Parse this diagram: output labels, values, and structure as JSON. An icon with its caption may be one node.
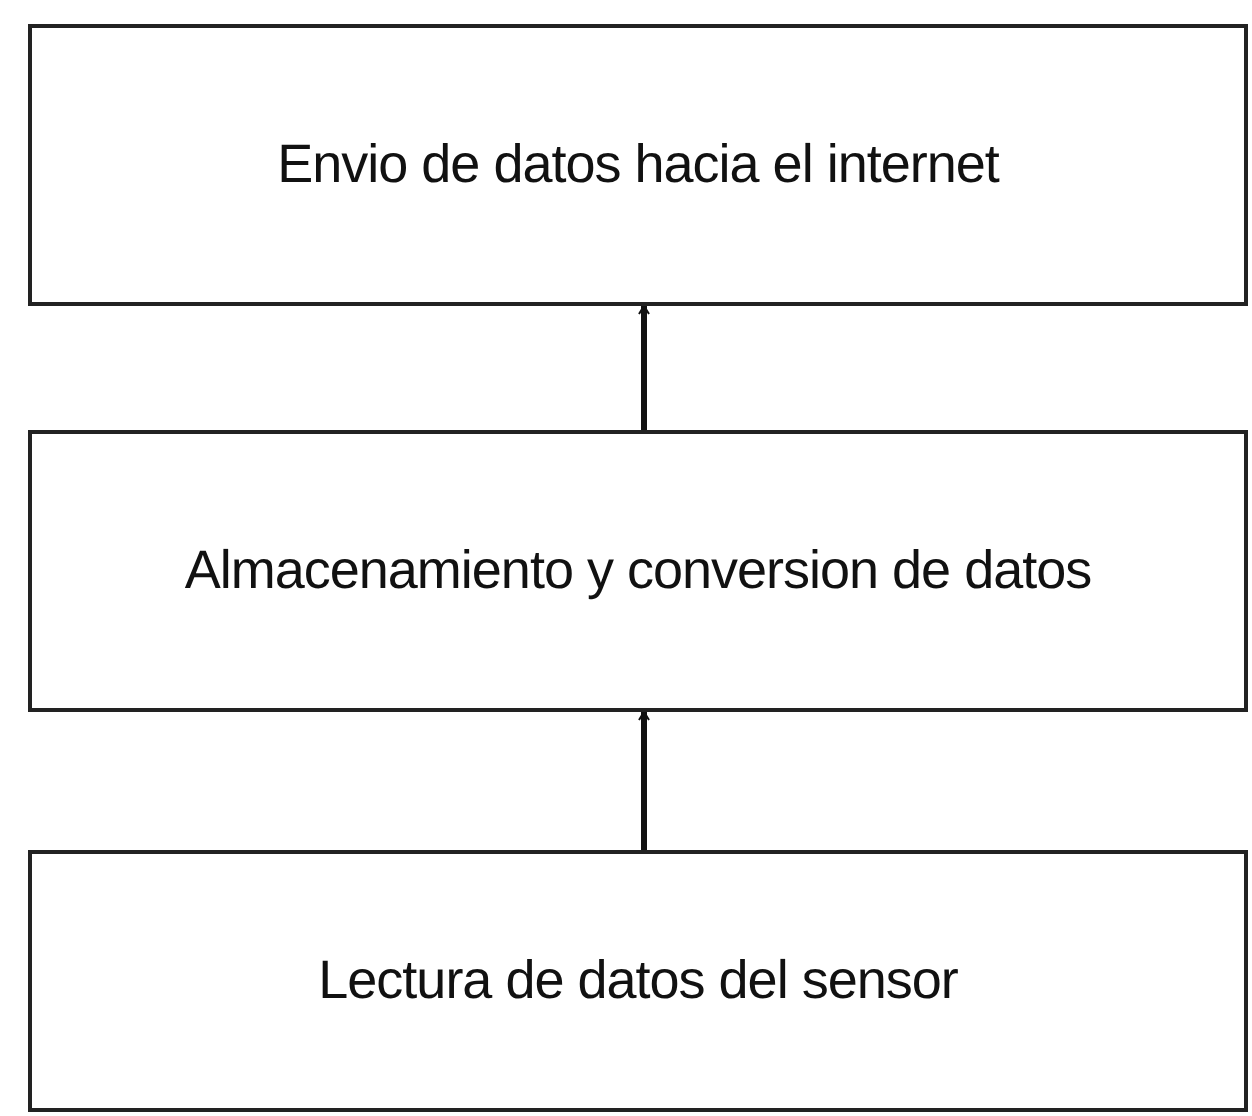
{
  "diagram": {
    "nodes": [
      {
        "text": [
          "Envio de datos hacia el internet"
        ]
      },
      {
        "text": [
          "Almacenamiento y conversion de datos"
        ]
      },
      {
        "text": [
          "Lectura de datos del sensor"
        ]
      }
    ],
    "edges": [
      {
        "from": 1,
        "to": 0,
        "arrow": "to"
      },
      {
        "from": 2,
        "to": 1,
        "arrow": "to"
      }
    ]
  }
}
